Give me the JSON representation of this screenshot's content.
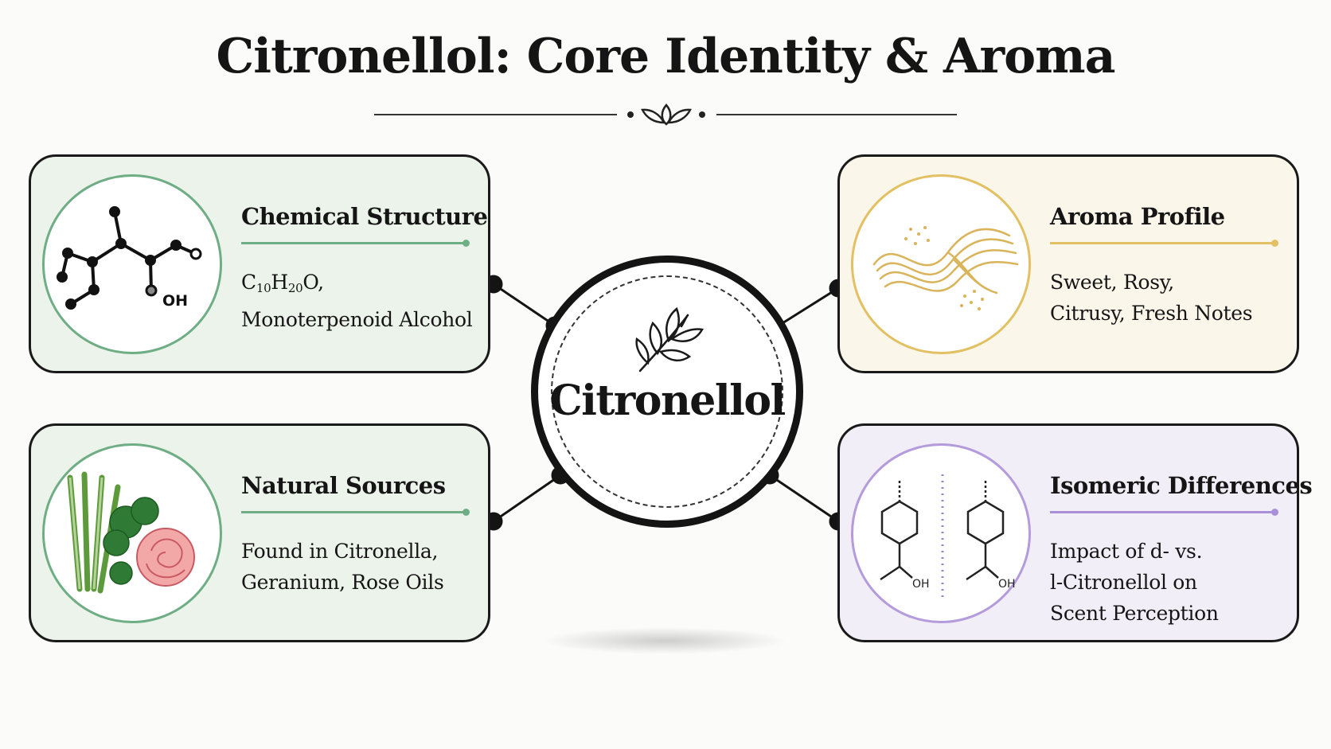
{
  "title": "Citronellol: Core Identity & Aroma",
  "hub": {
    "label": "Citronellol",
    "icon": "leaf-sprig-icon"
  },
  "cards": {
    "chemical_structure": {
      "heading": "Chemical Structure",
      "formula": {
        "c": "C",
        "c_sub": "10",
        "h": "H",
        "h_sub": "20",
        "o": "O,"
      },
      "line2": "Monoterpenoid Alcohol",
      "icon": "molecule-structure-icon",
      "atom_label": "OH",
      "accent": "#6fae85"
    },
    "aroma_profile": {
      "heading": "Aroma Profile",
      "line1": "Sweet, Rosy,",
      "line2": "Citrusy, Fresh Notes",
      "icon": "aroma-wave-icon",
      "accent": "#e2c063"
    },
    "natural_sources": {
      "heading": "Natural Sources",
      "line1": "Found in Citronella,",
      "line2": "Geranium, Rose Oils",
      "icon": "plants-rose-icon",
      "accent": "#6fae85"
    },
    "isomeric_differences": {
      "heading": "Isomeric Differences",
      "line1": "Impact of d- vs.",
      "line2": "l-Citronellol on",
      "line3": "Scent Perception",
      "icon": "isomer-structures-icon",
      "atom_label_left": "OH",
      "atom_label_right": "OH",
      "accent": "#a98fd8"
    }
  }
}
